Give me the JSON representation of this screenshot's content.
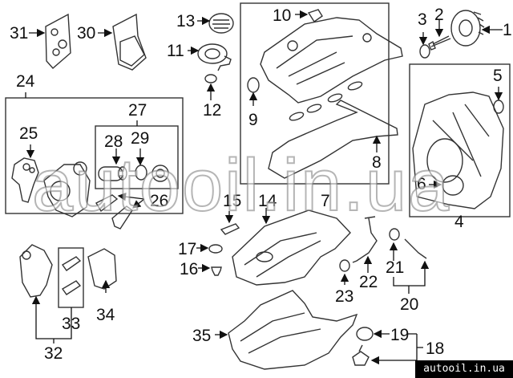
{
  "diagram": {
    "title": "Engine parts exploded diagram",
    "callouts": [
      "1",
      "2",
      "3",
      "4",
      "5",
      "6",
      "7",
      "8",
      "9",
      "10",
      "11",
      "12",
      "13",
      "14",
      "15",
      "16",
      "17",
      "18",
      "19",
      "20",
      "21",
      "22",
      "23",
      "24",
      "25",
      "26",
      "27",
      "28",
      "29",
      "30",
      "31",
      "32",
      "33",
      "34",
      "35"
    ],
    "groups": {
      "24": [
        "25",
        "26",
        "27"
      ],
      "27": [
        "28",
        "29"
      ],
      "32": [
        "33"
      ],
      "20": [
        "21"
      ],
      "18": [
        "19"
      ]
    }
  },
  "watermark": {
    "text": "autooil.in.ua",
    "badge_text": "autooil.in.ua"
  },
  "colors": {
    "line": "#333333",
    "background": "#ffffff",
    "badge_bg": "#000000",
    "badge_fg": "#ffffff"
  }
}
